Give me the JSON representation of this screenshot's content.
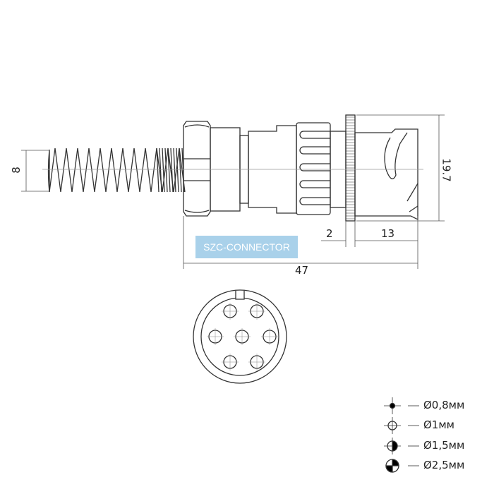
{
  "dimensions": {
    "spring_diameter": "8",
    "overall_diameter": "19.7",
    "ring_width": "2",
    "front_length": "13",
    "total_length": "47"
  },
  "watermark": "SZC-CONNECTOR",
  "legend": [
    {
      "symbol": "pin-filled-icon",
      "label": "Ø0,8мм"
    },
    {
      "symbol": "pin-open-icon",
      "label": "Ø1мм"
    },
    {
      "symbol": "pin-half-icon",
      "label": "Ø1,5мм"
    },
    {
      "symbol": "pin-quarter-icon",
      "label": "Ø2,5мм"
    }
  ]
}
